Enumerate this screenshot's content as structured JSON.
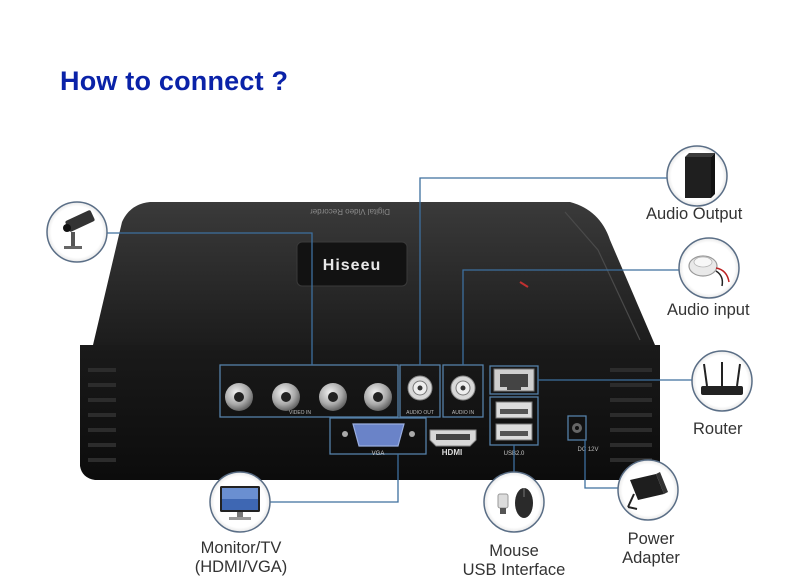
{
  "title": "How to connect ?",
  "brand": "Hiseeu",
  "device_text": {
    "top_panel": "Digital Video Recorder",
    "video_in": "VIDEO IN",
    "audio_out": "AUDIO OUT",
    "audio_in": "AUDIO IN",
    "vga": "VGA",
    "hdmi": "HDMI",
    "usb": "USB2.0",
    "dc": "DC 12V"
  },
  "labels": {
    "audio_output": "Audio Output",
    "audio_input": "Audio input",
    "router": "Router",
    "monitor_line1": "Monitor/TV",
    "monitor_line2": "(HDMI/VGA)",
    "mouse_line1": "Mouse",
    "mouse_line2": "USB Interface",
    "power_line1": "Power",
    "power_line2": "Adapter"
  },
  "colors": {
    "title": "#0a22a8",
    "connector_line": "#3d6f9e",
    "dvr_body": "#1a1a1a",
    "label_text": "#333333"
  },
  "icons": [
    "camera-icon",
    "speaker-icon",
    "microphone-icon",
    "router-icon",
    "monitor-icon",
    "mouse-icon",
    "power-adapter-icon"
  ]
}
